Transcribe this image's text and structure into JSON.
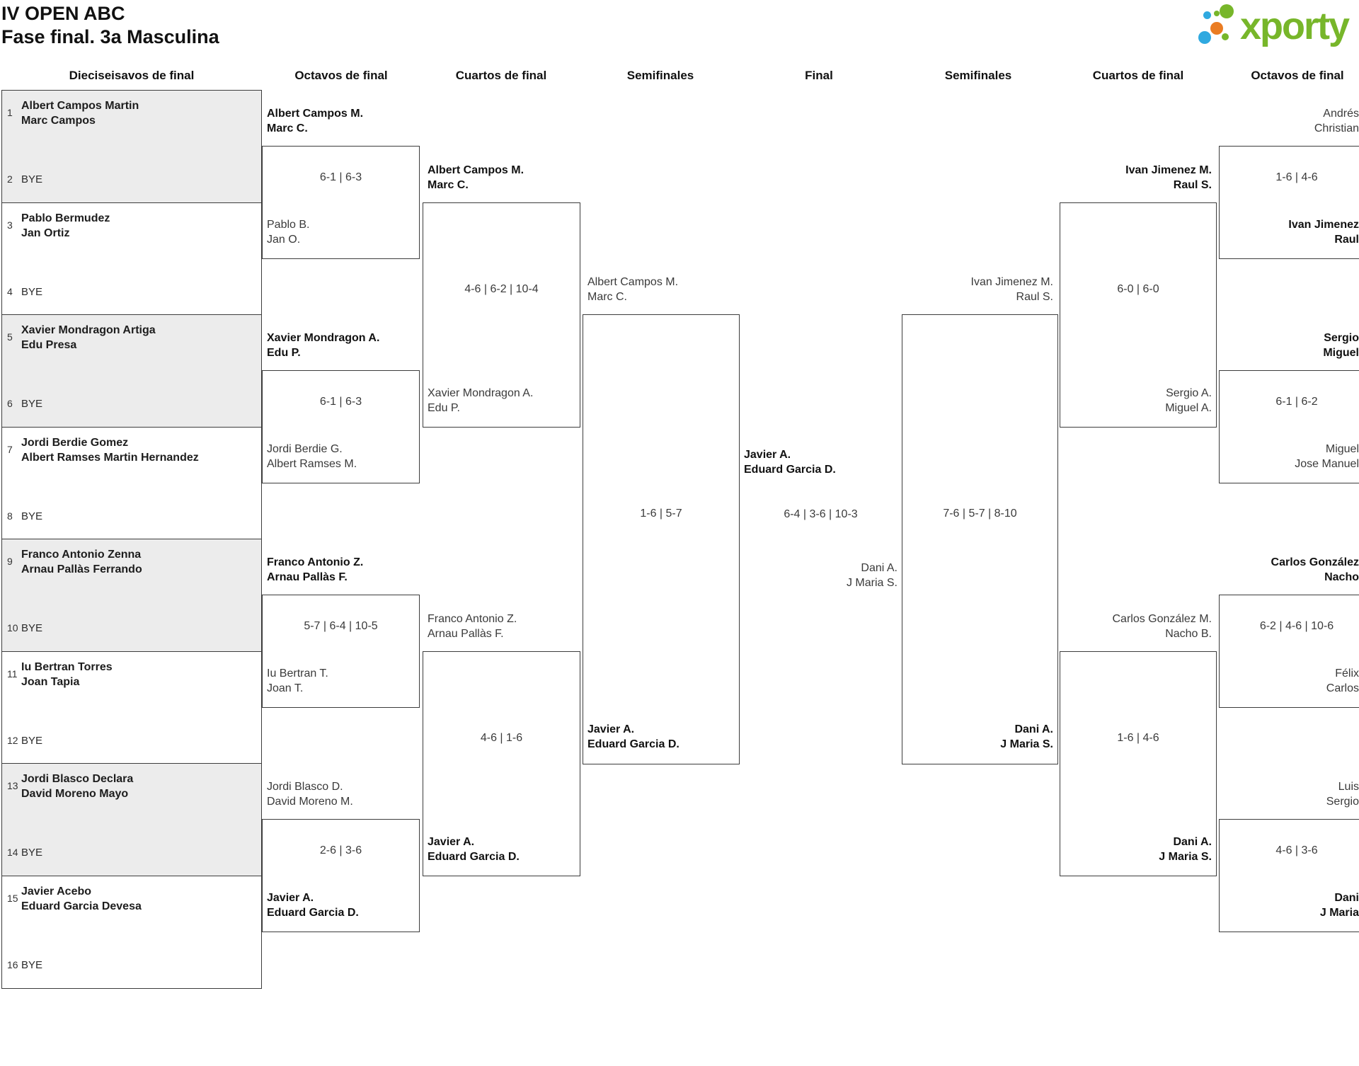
{
  "header": {
    "title": "IV OPEN ABC",
    "subtitle": "Fase final. 3a Masculina",
    "logo": {
      "text": "xporty",
      "green": "#77b62a",
      "blue": "#2fa9e0",
      "orange": "#ea7c22"
    }
  },
  "round_headers": [
    "Dieciseisavos de final",
    "Octavos de final",
    "Cuartos de final",
    "Semifinales",
    "Final",
    "Semifinales",
    "Cuartos de final",
    "Octavos de final"
  ],
  "bye_label": "BYE",
  "colors": {
    "box_border": "#3c3c3c",
    "alt_row_fill": "#ececec",
    "winner_text": "#111111",
    "loser_text": "#3a3a3a"
  },
  "r32": [
    {
      "seed": 1,
      "players": [
        "Albert Campos Martin",
        "Marc Campos"
      ],
      "bye_seed": 2,
      "alt": true
    },
    {
      "seed": 3,
      "players": [
        "Pablo Bermudez",
        "Jan Ortiz"
      ],
      "bye_seed": 4,
      "alt": false
    },
    {
      "seed": 5,
      "players": [
        "Xavier Mondragon Artiga",
        "Edu Presa"
      ],
      "bye_seed": 6,
      "alt": true
    },
    {
      "seed": 7,
      "players": [
        "Jordi Berdie Gomez",
        "Albert Ramses Martin Hernandez"
      ],
      "bye_seed": 8,
      "alt": false
    },
    {
      "seed": 9,
      "players": [
        "Franco Antonio Zenna",
        "Arnau Pallàs Ferrando"
      ],
      "bye_seed": 10,
      "alt": true
    },
    {
      "seed": 11,
      "players": [
        "Iu Bertran Torres",
        "Joan Tapia"
      ],
      "bye_seed": 12,
      "alt": false
    },
    {
      "seed": 13,
      "players": [
        "Jordi Blasco Declara",
        "David Moreno Mayo"
      ],
      "bye_seed": 14,
      "alt": true
    },
    {
      "seed": 15,
      "players": [
        "Javier Acebo",
        "Eduard Garcia Devesa"
      ],
      "bye_seed": 16,
      "alt": false
    }
  ],
  "octavos_left": [
    {
      "top": {
        "players": [
          "Albert Campos M.",
          "Marc C."
        ],
        "winner": true
      },
      "score": "6-1 | 6-3",
      "bottom": {
        "players": [
          "Pablo B.",
          "Jan O."
        ],
        "winner": false
      }
    },
    {
      "top": {
        "players": [
          "Xavier Mondragon A.",
          "Edu P."
        ],
        "winner": true
      },
      "score": "6-1 | 6-3",
      "bottom": {
        "players": [
          "Jordi Berdie G.",
          "Albert Ramses M."
        ],
        "winner": false
      }
    },
    {
      "top": {
        "players": [
          "Franco Antonio Z.",
          "Arnau Pallàs F."
        ],
        "winner": true
      },
      "score": "5-7 | 6-4 | 10-5",
      "bottom": {
        "players": [
          "Iu Bertran T.",
          "Joan T."
        ],
        "winner": false
      }
    },
    {
      "top": {
        "players": [
          "Jordi Blasco D.",
          "David Moreno M."
        ],
        "winner": false
      },
      "score": "2-6 | 3-6",
      "bottom": {
        "players": [
          "Javier A.",
          "Eduard Garcia D."
        ],
        "winner": true
      }
    }
  ],
  "cuartos_left": [
    {
      "top": {
        "players": [
          "Albert Campos M.",
          "Marc C."
        ],
        "winner": true
      },
      "score": "4-6 | 6-2 | 10-4",
      "bottom": {
        "players": [
          "Xavier Mondragon A.",
          "Edu P."
        ],
        "winner": false
      }
    },
    {
      "top": {
        "players": [
          "Franco Antonio Z.",
          "Arnau Pallàs F."
        ],
        "winner": false
      },
      "score": "4-6 | 1-6",
      "bottom": {
        "players": [
          "Javier A.",
          "Eduard Garcia D."
        ],
        "winner": true
      }
    }
  ],
  "semifinal_left": {
    "top": {
      "players": [
        "Albert Campos M.",
        "Marc C."
      ],
      "winner": false
    },
    "score": "1-6 | 5-7",
    "bottom": {
      "players": [
        "Javier A.",
        "Eduard Garcia D."
      ],
      "winner": true
    }
  },
  "final": {
    "left": {
      "players": [
        "Javier A.",
        "Eduard Garcia D."
      ],
      "winner": true
    },
    "score": "6-4 | 3-6 | 10-3",
    "right": {
      "players": [
        "Dani A.",
        "J Maria S."
      ],
      "winner": false
    }
  },
  "semifinal_right": {
    "top": {
      "players": [
        "Ivan Jimenez M.",
        "Raul S."
      ],
      "winner": false
    },
    "score": "7-6 | 5-7 | 8-10",
    "bottom": {
      "players": [
        "Dani A.",
        "J Maria S."
      ],
      "winner": true
    }
  },
  "cuartos_right": [
    {
      "top": {
        "players": [
          "Ivan Jimenez M.",
          "Raul S."
        ],
        "winner": true
      },
      "score": "6-0 | 6-0",
      "bottom": {
        "players": [
          "Sergio A.",
          "Miguel A."
        ],
        "winner": false
      }
    },
    {
      "top": {
        "players": [
          "Carlos González M.",
          "Nacho B."
        ],
        "winner": false
      },
      "score": "1-6 | 4-6",
      "bottom": {
        "players": [
          "Dani A.",
          "J Maria S."
        ],
        "winner": true
      }
    }
  ],
  "octavos_right": [
    {
      "top": {
        "players": [
          "Andrés",
          "Christian"
        ],
        "winner": false
      },
      "score": "1-6 | 4-6",
      "bottom": {
        "players": [
          "Ivan Jimenez",
          "Raul"
        ],
        "winner": true
      }
    },
    {
      "top": {
        "players": [
          "Sergio",
          "Miguel"
        ],
        "winner": true
      },
      "score": "6-1 | 6-2",
      "bottom": {
        "players": [
          "Miguel",
          "Jose Manuel"
        ],
        "winner": false
      }
    },
    {
      "top": {
        "players": [
          "Carlos González",
          "Nacho"
        ],
        "winner": true
      },
      "score": "6-2 | 4-6 | 10-6",
      "bottom": {
        "players": [
          "Félix",
          "Carlos"
        ],
        "winner": false
      }
    },
    {
      "top": {
        "players": [
          "Luis",
          "Sergio"
        ],
        "winner": false
      },
      "score": "4-6 | 3-6",
      "bottom": {
        "players": [
          "Dani",
          "J Maria"
        ],
        "winner": true
      }
    }
  ]
}
